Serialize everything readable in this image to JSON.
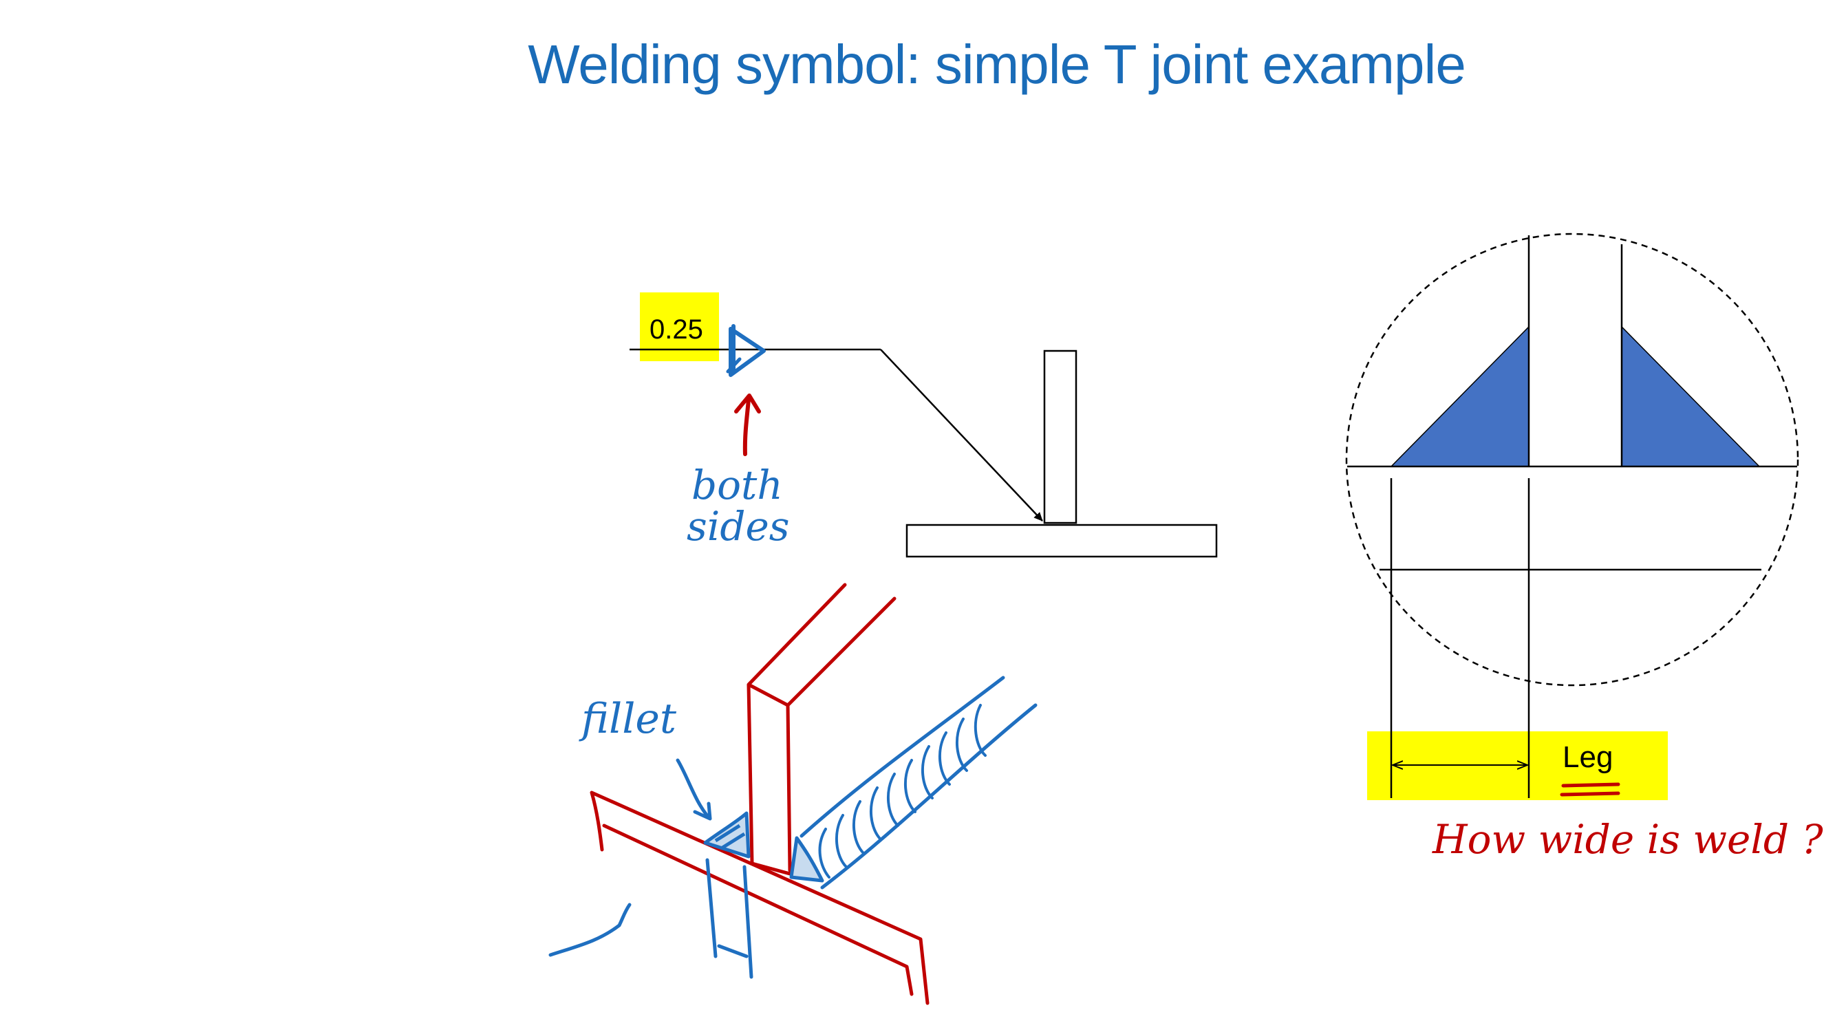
{
  "slide": {
    "title": "Welding symbol: simple T joint example"
  },
  "symbol": {
    "size_value": "0.25",
    "fillet_symbol": "fillet-weld-triangle",
    "both_sides_note_line1": "both",
    "both_sides_note_line2": "sides"
  },
  "sketch": {
    "fillet_note": "fillet"
  },
  "detail": {
    "leg_label": "Leg",
    "question": "How wide is weld ?"
  },
  "colors": {
    "title": "#1a6cb8",
    "ink_blue": "#1f6fc0",
    "ink_red": "#c00000",
    "weld_fill": "#4472c4",
    "highlight": "#ffff00",
    "line": "#000000"
  }
}
